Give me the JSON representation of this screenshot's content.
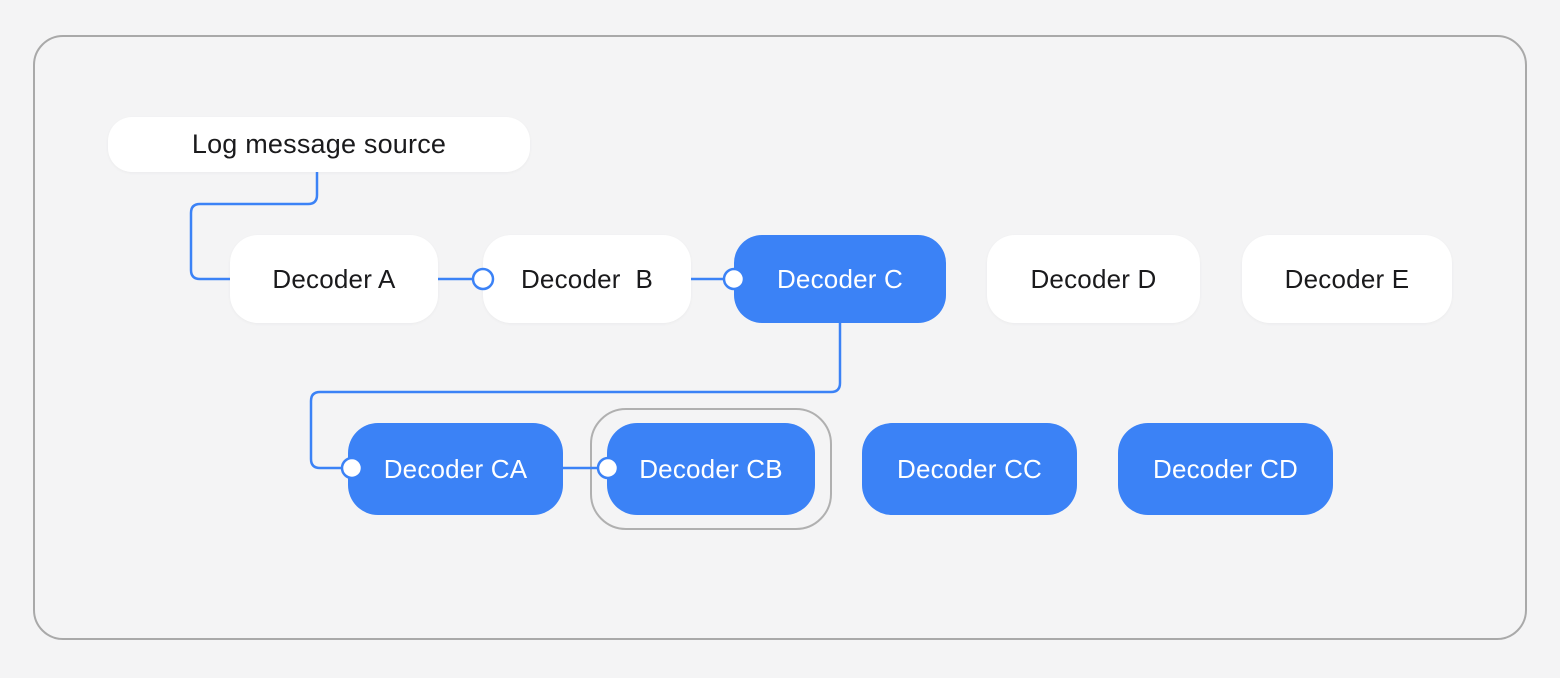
{
  "colors": {
    "background": "#f4f4f5",
    "frame_border": "#a9a9a9",
    "accent_blue": "#3b82f6",
    "node_white": "#ffffff",
    "text_dark": "#1a1a1c",
    "text_light": "#ffffff",
    "selection_ring_gray": "#b0b0b0"
  },
  "nodes": {
    "source": {
      "label": "Log message source",
      "variant": "white"
    },
    "a": {
      "label": "Decoder A",
      "variant": "white"
    },
    "b": {
      "label": "Decoder  B",
      "variant": "white"
    },
    "c": {
      "label": "Decoder C",
      "variant": "blue"
    },
    "d": {
      "label": "Decoder D",
      "variant": "white"
    },
    "e": {
      "label": "Decoder E",
      "variant": "white"
    },
    "ca": {
      "label": "Decoder CA",
      "variant": "blue"
    },
    "cb": {
      "label": "Decoder CB",
      "variant": "blue",
      "selected": true
    },
    "cc": {
      "label": "Decoder CC",
      "variant": "blue"
    },
    "cd": {
      "label": "Decoder CD",
      "variant": "blue"
    }
  },
  "edges": [
    {
      "from": "source",
      "to": "a",
      "type": "elbow",
      "terminal": "none"
    },
    {
      "from": "a",
      "to": "b",
      "type": "straight",
      "terminal": "circle"
    },
    {
      "from": "b",
      "to": "c",
      "type": "straight",
      "terminal": "circle"
    },
    {
      "from": "c",
      "to": "ca",
      "type": "elbow",
      "terminal": "circle"
    },
    {
      "from": "ca",
      "to": "cb",
      "type": "straight",
      "terminal": "circle"
    }
  ]
}
